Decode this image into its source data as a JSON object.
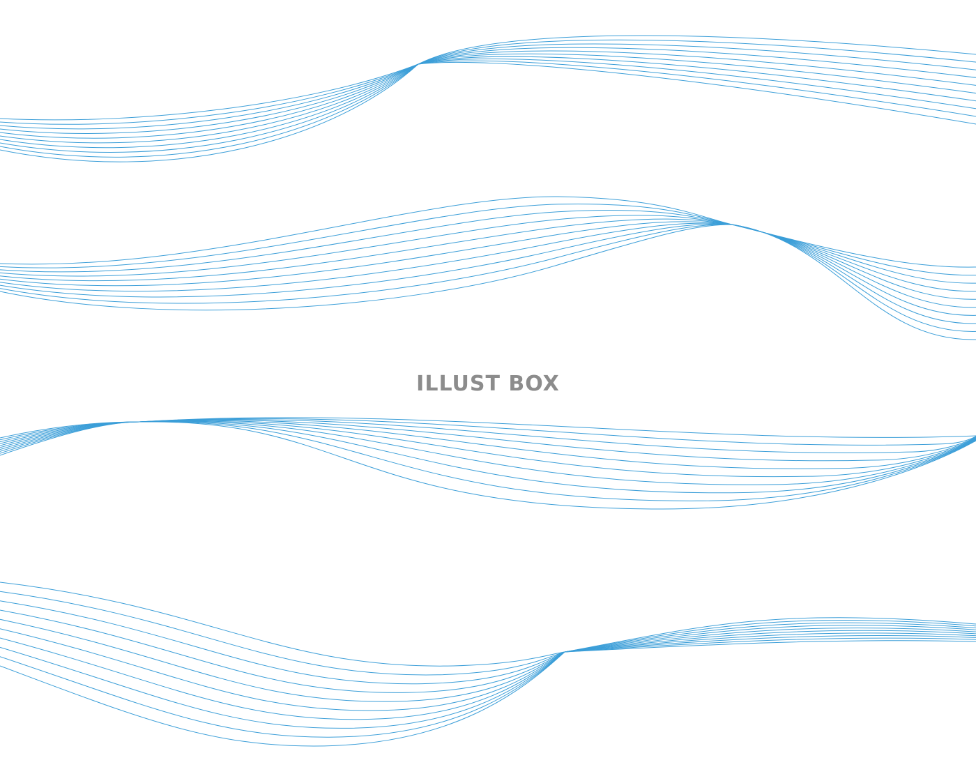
{
  "watermark": {
    "text": "ILLUST BOX",
    "color": "#8c8c8c"
  },
  "illustration": {
    "line_color": "#3b9ed8",
    "background": "#ffffff",
    "wave_count": 4,
    "lines_per_wave": 10
  }
}
